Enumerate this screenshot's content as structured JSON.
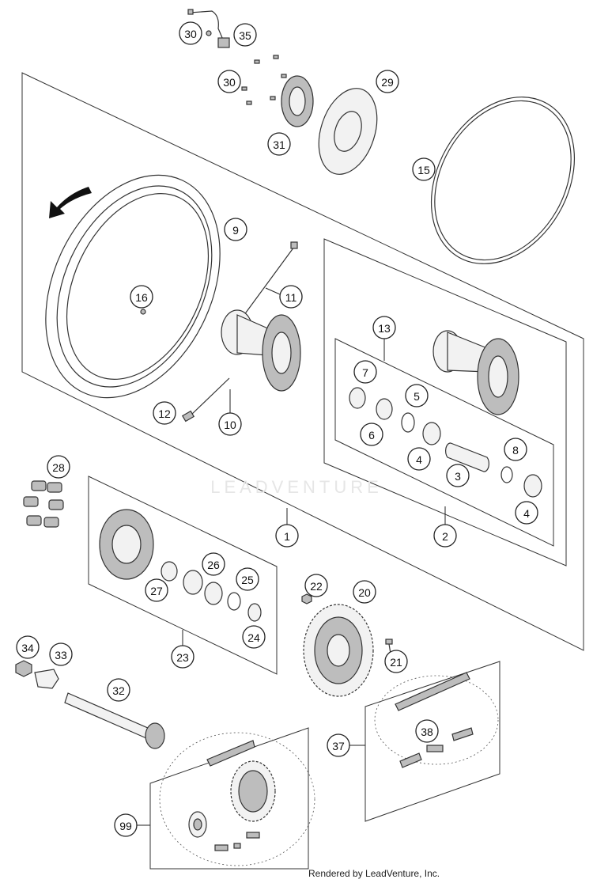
{
  "watermark": {
    "brand": "LEADVENTURE"
  },
  "credit": "Rendered by LeadVenture, Inc.",
  "callouts": [
    {
      "id": "1",
      "label": "1"
    },
    {
      "id": "2",
      "label": "2"
    },
    {
      "id": "3",
      "label": "3"
    },
    {
      "id": "4a",
      "label": "4"
    },
    {
      "id": "4b",
      "label": "4"
    },
    {
      "id": "5",
      "label": "5"
    },
    {
      "id": "6",
      "label": "6"
    },
    {
      "id": "7",
      "label": "7"
    },
    {
      "id": "8",
      "label": "8"
    },
    {
      "id": "9",
      "label": "9"
    },
    {
      "id": "10",
      "label": "10"
    },
    {
      "id": "11",
      "label": "11"
    },
    {
      "id": "12",
      "label": "12"
    },
    {
      "id": "13",
      "label": "13"
    },
    {
      "id": "15",
      "label": "15"
    },
    {
      "id": "16",
      "label": "16"
    },
    {
      "id": "20",
      "label": "20"
    },
    {
      "id": "21",
      "label": "21"
    },
    {
      "id": "22",
      "label": "22"
    },
    {
      "id": "23",
      "label": "23"
    },
    {
      "id": "24",
      "label": "24"
    },
    {
      "id": "25",
      "label": "25"
    },
    {
      "id": "26",
      "label": "26"
    },
    {
      "id": "27",
      "label": "27"
    },
    {
      "id": "28",
      "label": "28"
    },
    {
      "id": "29",
      "label": "29"
    },
    {
      "id": "30a",
      "label": "30"
    },
    {
      "id": "30b",
      "label": "30"
    },
    {
      "id": "31",
      "label": "31"
    },
    {
      "id": "32",
      "label": "32"
    },
    {
      "id": "33",
      "label": "33"
    },
    {
      "id": "34",
      "label": "34"
    },
    {
      "id": "35",
      "label": "35"
    },
    {
      "id": "37",
      "label": "37"
    },
    {
      "id": "38",
      "label": "38"
    },
    {
      "id": "99",
      "label": "99"
    }
  ]
}
